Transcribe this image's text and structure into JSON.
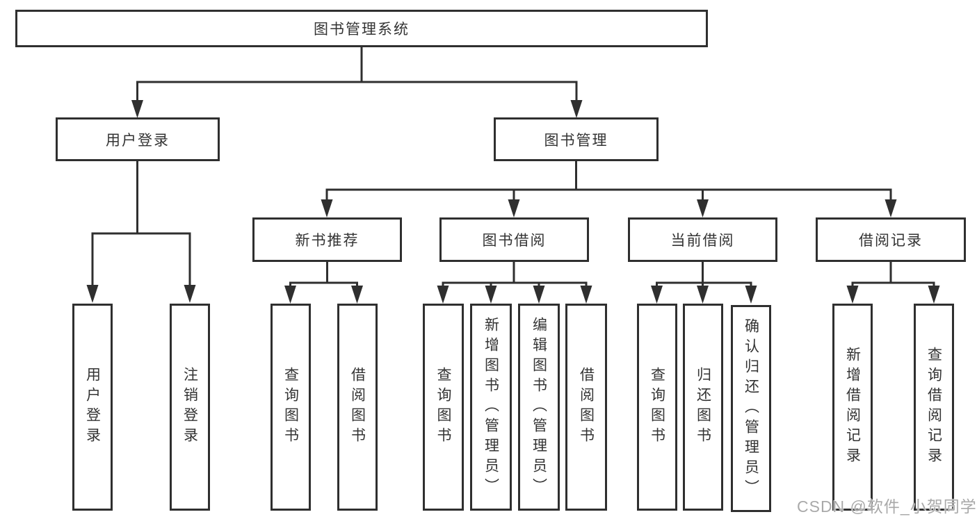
{
  "diagram": {
    "root": {
      "label": "图书管理系统"
    },
    "branches": [
      {
        "label": "用户登录",
        "children": [
          {
            "label": "用户登录"
          },
          {
            "label": "注销登录"
          }
        ]
      },
      {
        "label": "图书管理",
        "children": [
          {
            "label": "新书推荐",
            "children": [
              {
                "label": "查询图书"
              },
              {
                "label": "借阅图书"
              }
            ]
          },
          {
            "label": "图书借阅",
            "children": [
              {
                "label": "查询图书"
              },
              {
                "label": "新增图书（管理员）"
              },
              {
                "label": "编辑图书（管理员）"
              },
              {
                "label": "借阅图书"
              }
            ]
          },
          {
            "label": "当前借阅",
            "children": [
              {
                "label": "查询图书"
              },
              {
                "label": "归还图书"
              },
              {
                "label": "确认归还（管理员）"
              }
            ]
          },
          {
            "label": "借阅记录",
            "children": [
              {
                "label": "新增借阅记录"
              },
              {
                "label": "查询借阅记录"
              }
            ]
          }
        ]
      }
    ]
  },
  "watermark": {
    "text": "CSDN @软件_小贺同学"
  },
  "colors": {
    "line": "#2f2f2f",
    "box_border": "#2f2f2f",
    "text": "#333333",
    "watermark": "#a9a9a9",
    "background": "#ffffff"
  }
}
